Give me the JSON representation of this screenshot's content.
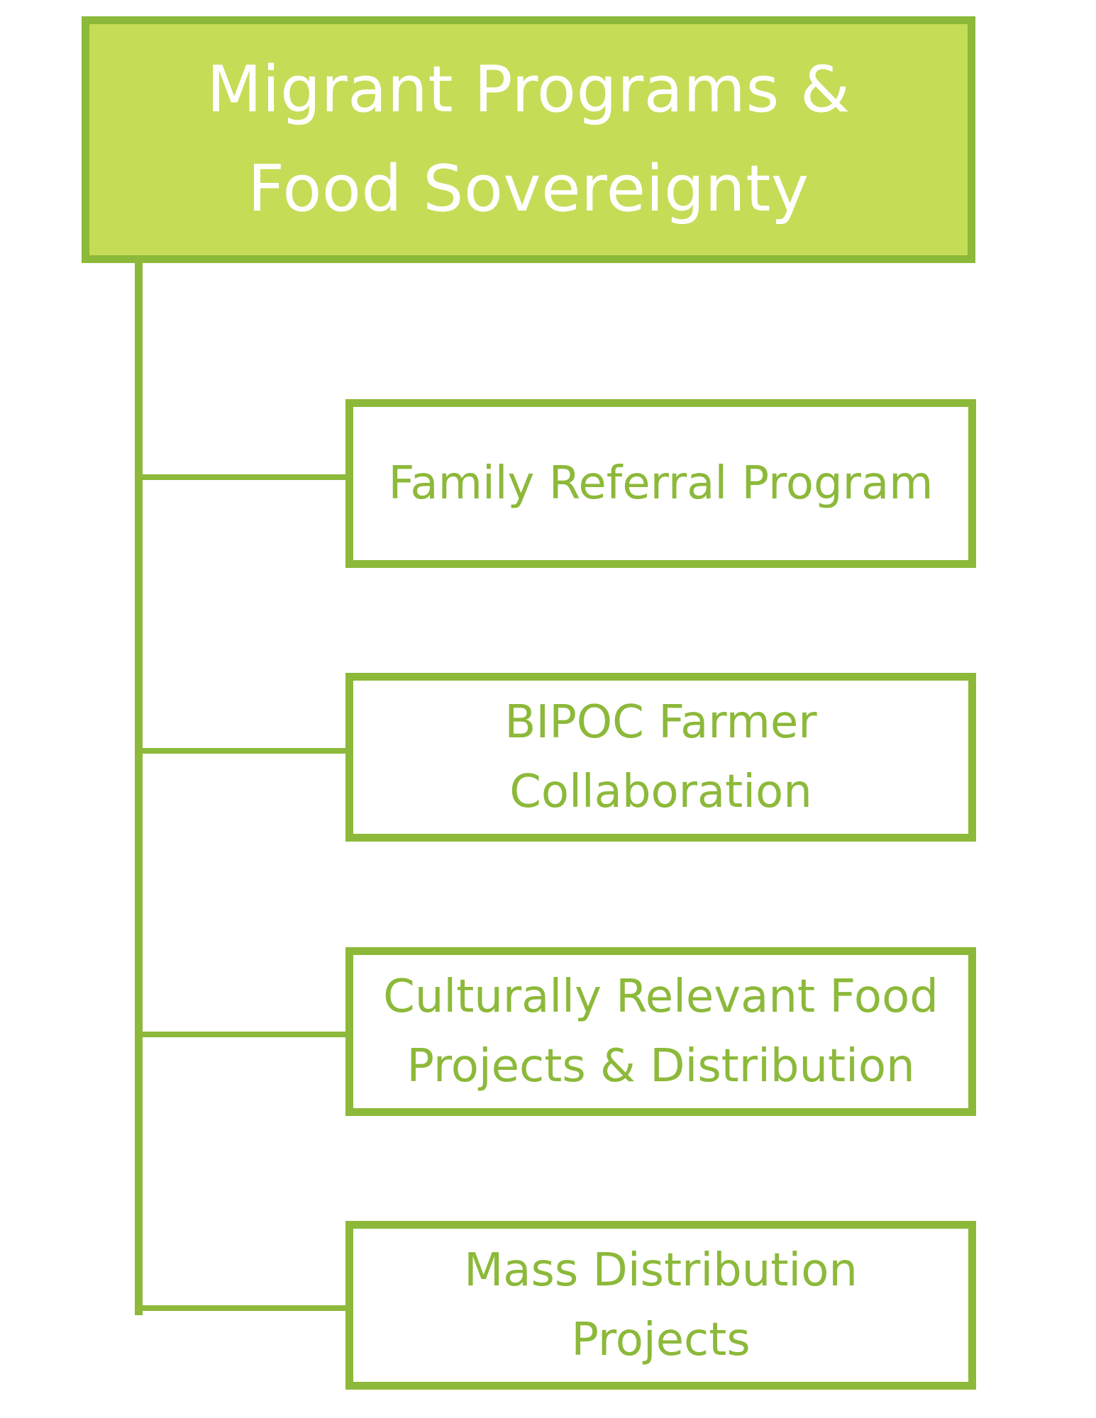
{
  "diagram": {
    "root": {
      "title": "Migrant Programs &\nFood Sovereignty"
    },
    "children": [
      {
        "label": "Family Referral Program"
      },
      {
        "label": "BIPOC Farmer\nCollaboration"
      },
      {
        "label": "Culturally Relevant Food\nProjects & Distribution"
      },
      {
        "label": "Mass Distribution\nProjects"
      }
    ]
  },
  "colors": {
    "accent_green": "#8cb93a",
    "root_fill": "#c5dc56",
    "root_text": "#ffffff",
    "child_fill": "#ffffff",
    "child_text": "#8cb93a"
  }
}
